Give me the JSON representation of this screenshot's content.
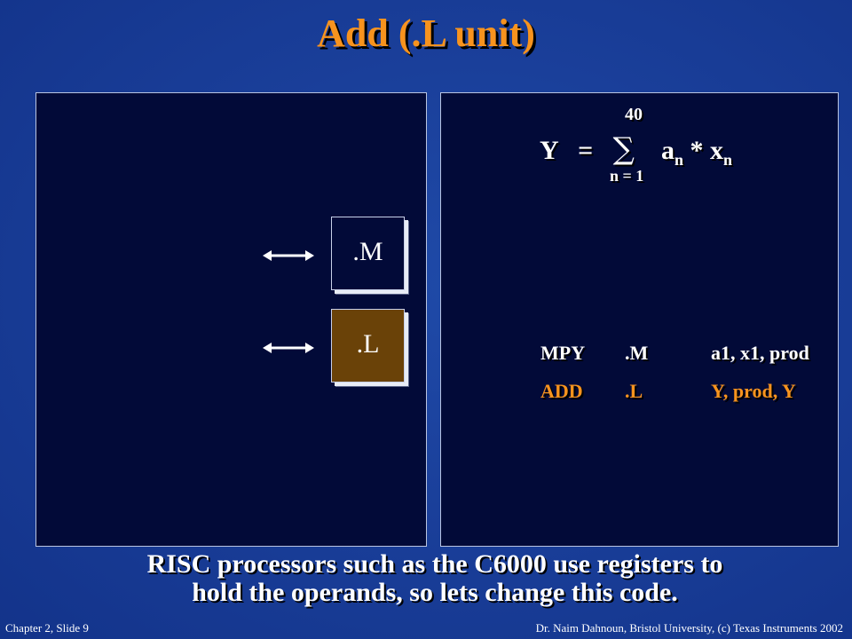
{
  "title": "Add (.L unit)",
  "units": {
    "m_label": ".M",
    "l_label": ".L"
  },
  "equation": {
    "lhs": "Y",
    "equals": "=",
    "sigma": "∑",
    "upper": "40",
    "lower": "n = 1",
    "a": "a",
    "a_sub": "n",
    "times": "*",
    "x": "x",
    "x_sub": "n"
  },
  "code": [
    {
      "op": "MPY",
      "unit": ".M",
      "args": "a1, x1, prod"
    },
    {
      "op": "ADD",
      "unit": ".L",
      "args": "Y, prod, Y"
    }
  ],
  "caption": {
    "line1": "RISC processors such as the C6000 use registers to",
    "line2": "hold the operands, so lets change this code."
  },
  "footer": {
    "left": "Chapter 2, Slide 9",
    "right": "Dr. Naim Dahnoun, Bristol University,  (c) Texas Instruments 2002"
  },
  "colors": {
    "accent": "#f7931e",
    "panel": "#020a38",
    "background": "#1a3f9a",
    "l_unit": "#6a4208"
  },
  "icons": [
    "double-arrow-icon"
  ]
}
